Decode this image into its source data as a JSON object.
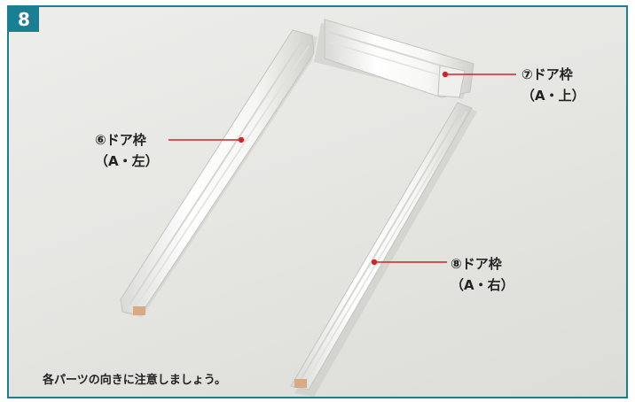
{
  "step": {
    "number": "8"
  },
  "labels": {
    "left": {
      "name": "⑥ドア枠",
      "sub": "（A・左）"
    },
    "top": {
      "name": "⑦ドア枠",
      "sub": "（A・上）"
    },
    "right": {
      "name": "⑧ドア枠",
      "sub": "（A・右）"
    }
  },
  "caption": "各パーツの向きに注意しましょう。",
  "colors": {
    "frame_border": "#1a7f93",
    "leader_line": "#d2232a"
  }
}
